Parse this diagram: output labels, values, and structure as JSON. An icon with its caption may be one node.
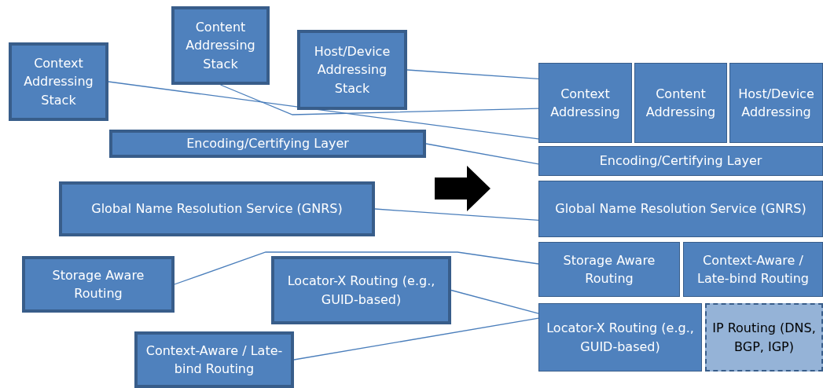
{
  "diagram": {
    "nodes": [
      {
        "text": [
          "Content Addressing Stack"
        ]
      },
      {
        "text": [
          "Host/Device Addressing Stack"
        ]
      },
      {
        "text": [
          "Context Addressing Stack"
        ]
      },
      {
        "text": [
          "Encoding/Certifying Layer"
        ]
      },
      {
        "text": [
          "Global Name Resolution Service (GNRS)"
        ]
      },
      {
        "text": [
          "Storage Aware Routing"
        ]
      },
      {
        "text": [
          "Locator-X Routing (e.g., GUID-based)"
        ]
      },
      {
        "text": [
          "Context-Aware / Late-bind Routing"
        ]
      },
      {
        "text": [
          "Context Addressing"
        ]
      },
      {
        "text": [
          "Content Addressing"
        ]
      },
      {
        "text": [
          "Host/Device Addressing"
        ]
      },
      {
        "text": [
          "Encoding/Certifying Layer"
        ]
      },
      {
        "text": [
          "Global Name Resolution Service (GNRS)"
        ]
      },
      {
        "text": [
          "Storage Aware Routing"
        ]
      },
      {
        "text": [
          "Context-Aware / Late-bind Routing"
        ]
      },
      {
        "text": [
          "Locator-X Routing (e.g., GUID-based)"
        ]
      },
      {
        "text": [
          "IP Routing (DNS, BGP, IGP)"
        ]
      }
    ],
    "edges": [
      {
        "from": 1,
        "to": 8,
        "arrow": "none"
      },
      {
        "from": 0,
        "to": 8,
        "arrow": "none"
      },
      {
        "from": 2,
        "to": 8,
        "arrow": "none"
      },
      {
        "from": 3,
        "to": 11,
        "arrow": "none"
      },
      {
        "from": 4,
        "to": 12,
        "arrow": "none"
      },
      {
        "from": 5,
        "to": 13,
        "arrow": "none"
      },
      {
        "from": 6,
        "to": 15,
        "arrow": "none"
      },
      {
        "from": 7,
        "to": 15,
        "arrow": "none"
      }
    ]
  }
}
